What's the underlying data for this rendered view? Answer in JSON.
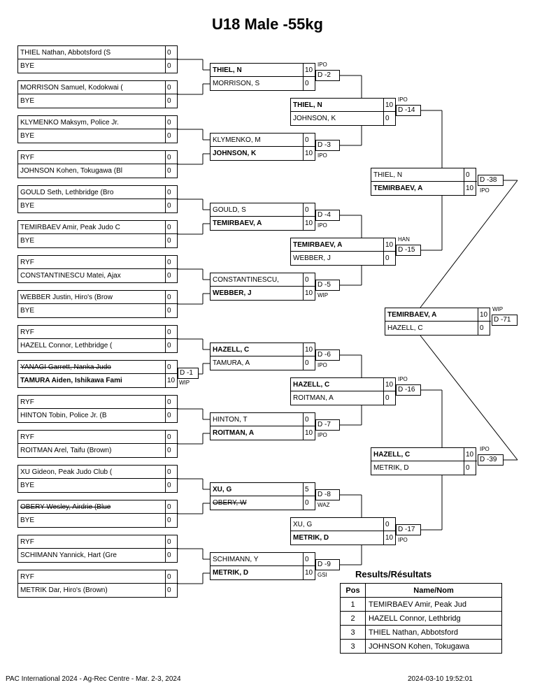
{
  "title": "U18 Male -55kg",
  "round1": [
    {
      "p1": "THIEL Nathan, Abbotsford (S",
      "s1": "0",
      "p2": "BYE",
      "s2": "0"
    },
    {
      "p1": "MORRISON Samuel, Kodokwai (",
      "s1": "0",
      "p2": "BYE",
      "s2": "0"
    },
    {
      "p1": "KLYMENKO Maksym, Police Jr.",
      "s1": "0",
      "p2": "BYE",
      "s2": "0"
    },
    {
      "p1": "RYF",
      "s1": "0",
      "p2": "JOHNSON Kohen, Tokugawa (Bl",
      "s2": "0"
    },
    {
      "p1": "GOULD Seth, Lethbridge (Bro",
      "s1": "0",
      "p2": "BYE",
      "s2": "0"
    },
    {
      "p1": "TEMIRBAEV Amir, Peak Judo C",
      "s1": "0",
      "p2": "BYE",
      "s2": "0"
    },
    {
      "p1": "RYF",
      "s1": "0",
      "p2": "CONSTANTINESCU Matei, Ajax",
      "s2": "0"
    },
    {
      "p1": "WEBBER Justin, Hiro's (Brow",
      "s1": "0",
      "p2": "BYE",
      "s2": "0"
    },
    {
      "p1": "RYF",
      "s1": "0",
      "p2": "HAZELL Connor, Lethbridge (",
      "s2": "0"
    },
    {
      "p1": "YANAGI Garrett, Nanka Judo",
      "s1": "0",
      "p2": "TAMURA Aiden, Ishikawa Fami",
      "s2": "10",
      "match": "D -1",
      "tag": "WIP"
    },
    {
      "p1": "RYF",
      "s1": "0",
      "p2": "HINTON Tobin, Police Jr. (B",
      "s2": "0"
    },
    {
      "p1": "RYF",
      "s1": "0",
      "p2": "ROITMAN Arel, Taifu (Brown)",
      "s2": "0"
    },
    {
      "p1": "XU Gideon, Peak Judo Club (",
      "s1": "0",
      "p2": "BYE",
      "s2": "0"
    },
    {
      "p1": "OBERY Wesley, Airdrie (Blue",
      "s1": "0",
      "p2": "BYE",
      "s2": "0"
    },
    {
      "p1": "RYF",
      "s1": "0",
      "p2": "SCHIMANN Yannick, Hart (Gre",
      "s2": "0"
    },
    {
      "p1": "RYF",
      "s1": "0",
      "p2": "METRIK Dar, Hiro's (Brown)",
      "s2": "0"
    }
  ],
  "round2": [
    {
      "p1": "THIEL, N",
      "s1": "10",
      "p2": "MORRISON, S",
      "s2": "0",
      "match": "D -2",
      "tag": "IPO"
    },
    {
      "p1": "KLYMENKO, M",
      "s1": "0",
      "p2": "JOHNSON, K",
      "s2": "10",
      "match": "D -3",
      "tag": "IPO"
    },
    {
      "p1": "GOULD, S",
      "s1": "0",
      "p2": "TEMIRBAEV, A",
      "s2": "10",
      "match": "D -4",
      "tag": "IPO"
    },
    {
      "p1": "CONSTANTINESCU,",
      "s1": "0",
      "p2": "WEBBER, J",
      "s2": "10",
      "match": "D -5",
      "tag": "WIP"
    },
    {
      "p1": "HAZELL, C",
      "s1": "10",
      "p2": "TAMURA, A",
      "s2": "0",
      "match": "D -6",
      "tag": "IPO"
    },
    {
      "p1": "HINTON, T",
      "s1": "0",
      "p2": "ROITMAN, A",
      "s2": "10",
      "match": "D -7",
      "tag": "IPO"
    },
    {
      "p1": "XU, G",
      "s1": "5",
      "p2": "OBERY, W",
      "s2": "0",
      "match": "D -8",
      "tag": "WAZ"
    },
    {
      "p1": "SCHIMANN, Y",
      "s1": "0",
      "p2": "METRIK, D",
      "s2": "10",
      "match": "D -9",
      "tag": "GSI"
    }
  ],
  "round3": [
    {
      "p1": "THIEL, N",
      "s1": "10",
      "p2": "JOHNSON, K",
      "s2": "0",
      "match": "D -14",
      "tag": "IPO"
    },
    {
      "p1": "TEMIRBAEV, A",
      "s1": "10",
      "p2": "WEBBER, J",
      "s2": "0",
      "match": "D -15",
      "tag": "HAN"
    },
    {
      "p1": "HAZELL, C",
      "s1": "10",
      "p2": "ROITMAN, A",
      "s2": "0",
      "match": "D -16",
      "tag": "IPO"
    },
    {
      "p1": "XU, G",
      "s1": "0",
      "p2": "METRIK, D",
      "s2": "10",
      "match": "D -17",
      "tag": "IPO"
    }
  ],
  "round4": [
    {
      "p1": "THIEL, N",
      "s1": "0",
      "p2": "TEMIRBAEV, A",
      "s2": "10",
      "match": "D -38",
      "tag": "IPO"
    },
    {
      "p1": "HAZELL, C",
      "s1": "10",
      "p2": "METRIK, D",
      "s2": "0",
      "match": "D -39",
      "tag": "IPO"
    }
  ],
  "final": {
    "p1": "TEMIRBAEV, A",
    "s1": "10",
    "p2": "HAZELL, C",
    "s2": "0",
    "match": "D -71",
    "tag": "WIP"
  },
  "results": {
    "title": "Results/Résultats",
    "headers": [
      "Pos",
      "Name/Nom"
    ],
    "rows": [
      {
        "pos": "1",
        "name": "TEMIRBAEV Amir, Peak Jud"
      },
      {
        "pos": "2",
        "name": "HAZELL Connor, Lethbridg"
      },
      {
        "pos": "3",
        "name": "THIEL Nathan, Abbotsford"
      },
      {
        "pos": "3",
        "name": "JOHNSON Kohen, Tokugawa"
      }
    ]
  },
  "footer": {
    "left": "PAC International 2024 - Ag-Rec Centre - Mar. 2-3, 2024",
    "right": "2024-03-10 19:52:01"
  }
}
